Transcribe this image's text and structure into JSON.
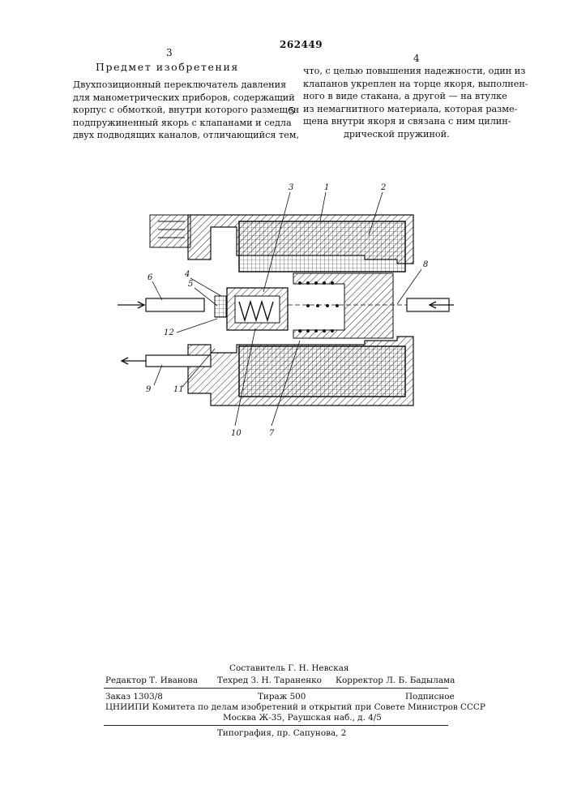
{
  "header": {
    "patent_number": "262449",
    "page_left": "3",
    "page_right": "4",
    "line_marker": "5"
  },
  "left_column": {
    "heading": "Предмет изобретения",
    "lines": [
      "Двухпозиционный переключатель давления",
      "для манометрических приборов, содержащий",
      "корпус с обмоткой, внутри которого размещен",
      "подпружиненный якорь с клапанами и седла",
      "двух подводящих каналов, отличающийся тем,"
    ]
  },
  "right_column": {
    "lines": [
      "что, с целью повышения надежности, один из",
      "клапанов укреплен на торце якоря, выполнен-",
      "ного в виде стакана, а другой — на втулке",
      "из немагнитного материала, которая разме-",
      "щена внутри якоря и связана с ним цилин-",
      "дрической пружиной."
    ]
  },
  "figure": {
    "labels": [
      "3",
      "1",
      "2",
      "4",
      "5",
      "6",
      "8",
      "12",
      "9",
      "11",
      "10",
      "7"
    ]
  },
  "footer": {
    "compiler": "Составитель Г. Н. Невская",
    "editor": "Редактор Т. Иванова",
    "techred": "Техред З. Н. Тараненко",
    "corrector": "Корректор Л. Б. Бадылама",
    "order": "Заказ 1303/8",
    "circulation": "Тираж 500",
    "subscription": "Подписное",
    "institute": "ЦНИИПИ Комитета по делам изобретений и открытий при Совете Министров СССР",
    "address": "Москва Ж-35, Раушская наб., д. 4/5",
    "printing": "Типография, пр. Сапунова, 2"
  }
}
